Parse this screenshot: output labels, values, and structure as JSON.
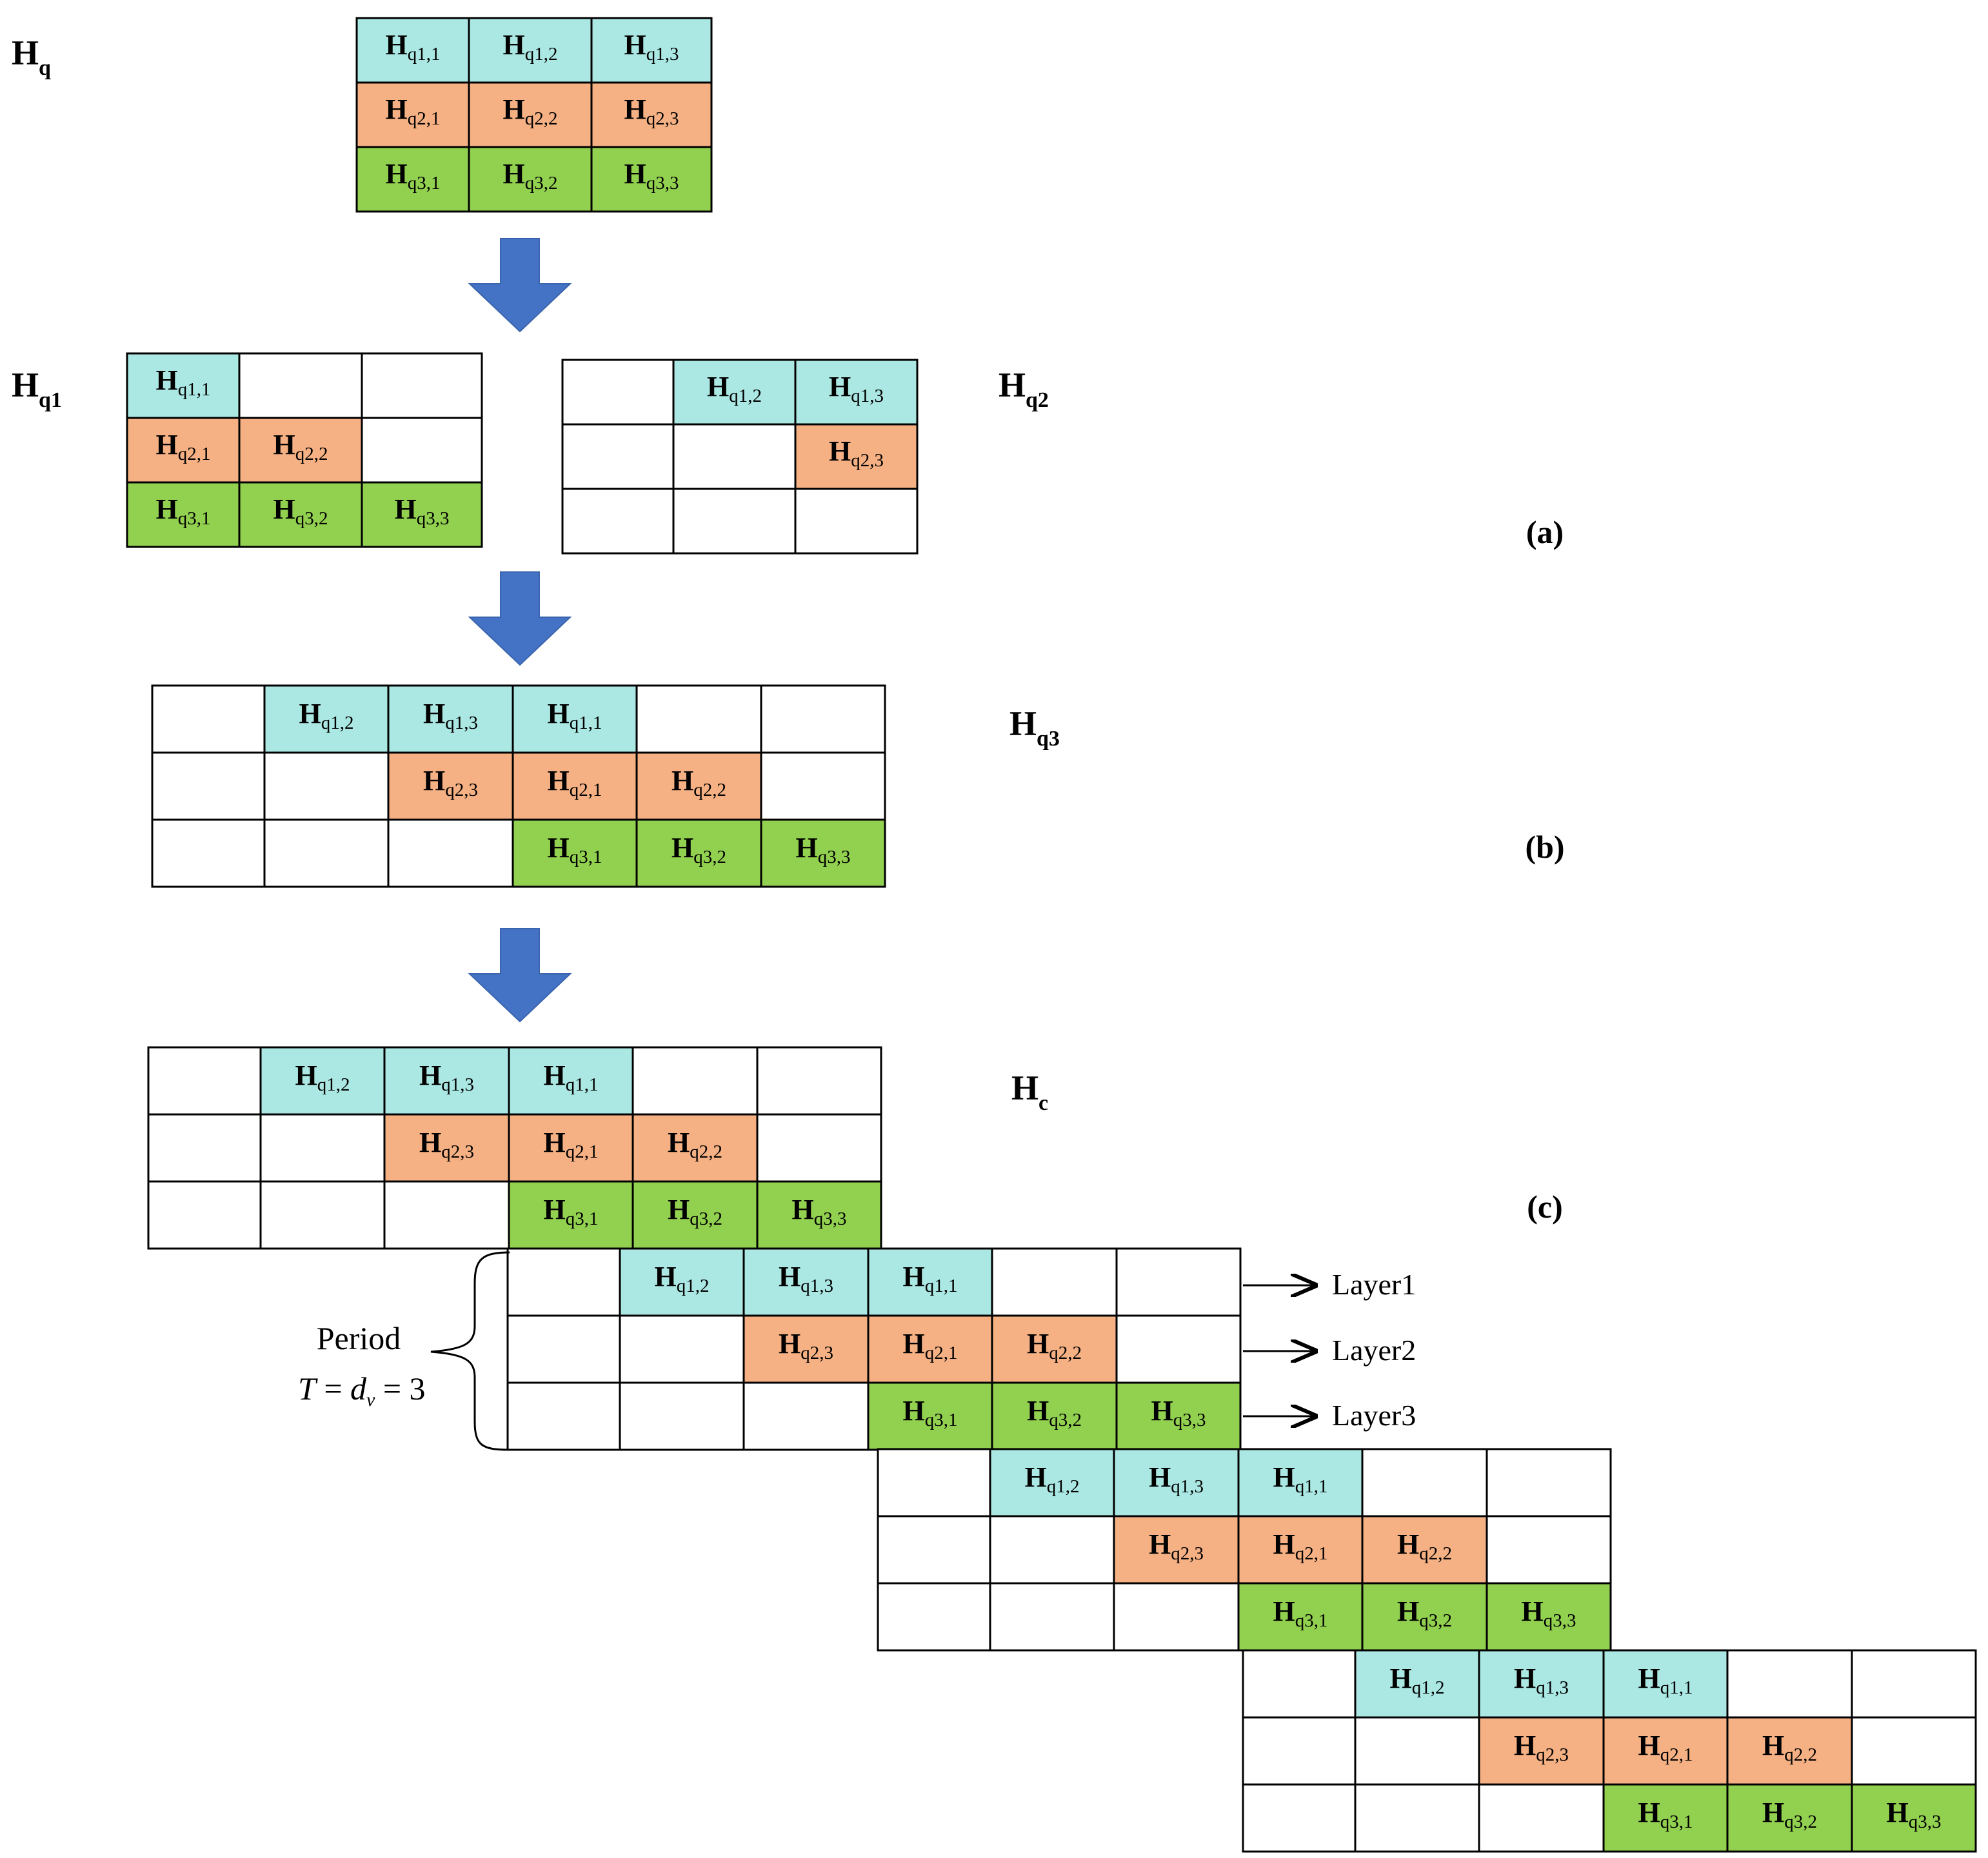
{
  "colors": {
    "row1": "#abe8e3",
    "row2": "#f5b183",
    "row3": "#92d050",
    "empty": "#ffffff",
    "arrow": "#4472c4",
    "border": "#000000"
  },
  "symbol": "H",
  "labels": {
    "Hq": {
      "main": "H",
      "sub": "q"
    },
    "Hq1": {
      "main": "H",
      "sub": "q1"
    },
    "Hq2": {
      "main": "H",
      "sub": "q2"
    },
    "Hq3": {
      "main": "H",
      "sub": "q3"
    },
    "Hc": {
      "main": "H",
      "sub": "c"
    }
  },
  "panels": {
    "a": "(a)",
    "b": "(b)",
    "c": "(c)"
  },
  "period": {
    "word": "Period",
    "T": "T",
    "eq1": " = ",
    "d": "d",
    "v": "v",
    "eq2": " = 3"
  },
  "layers": [
    "Layer1",
    "Layer2",
    "Layer3"
  ],
  "arrow_icon": "down-arrow-icon",
  "matrices": {
    "Hq": [
      [
        "q1,1",
        "q1,2",
        "q1,3"
      ],
      [
        "q2,1",
        "q2,2",
        "q2,3"
      ],
      [
        "q3,1",
        "q3,2",
        "q3,3"
      ]
    ],
    "Hq1": [
      [
        "q1,1",
        "",
        ""
      ],
      [
        "q2,1",
        "q2,2",
        ""
      ],
      [
        "q3,1",
        "q3,2",
        "q3,3"
      ]
    ],
    "Hq2": [
      [
        "",
        "q1,2",
        "q1,3"
      ],
      [
        "",
        "",
        "q2,3"
      ],
      [
        "",
        "",
        ""
      ]
    ],
    "Hq3": [
      [
        "",
        "q1,2",
        "q1,3",
        "q1,1",
        "",
        ""
      ],
      [
        "",
        "",
        "q2,3",
        "q2,1",
        "q2,2",
        ""
      ],
      [
        "",
        "",
        "",
        "q3,1",
        "q3,2",
        "q3,3"
      ]
    ],
    "Hc_block": [
      [
        "",
        "q1,2",
        "q1,3",
        "q1,1",
        "",
        ""
      ],
      [
        "",
        "",
        "q2,3",
        "q2,1",
        "q2,2",
        ""
      ],
      [
        "",
        "",
        "",
        "q3,1",
        "q3,2",
        "q3,3"
      ]
    ]
  }
}
